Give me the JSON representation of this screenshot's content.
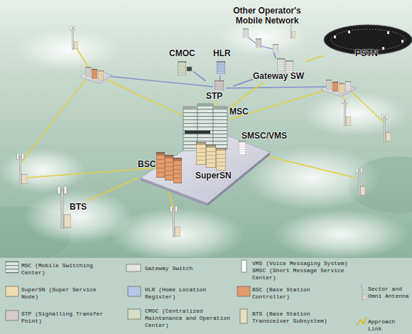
{
  "diagram": {
    "nodes": [
      {
        "text": [
          "Other Operator's Mobile Network"
        ]
      },
      {
        "text": [
          "PSTN"
        ]
      },
      {
        "text": [
          "CMOC"
        ]
      },
      {
        "text": [
          "HLR"
        ]
      },
      {
        "text": [
          "Gateway SW"
        ]
      },
      {
        "text": [
          "STP"
        ]
      },
      {
        "text": [
          "MSC"
        ]
      },
      {
        "text": [
          "SMSC/VMS"
        ]
      },
      {
        "text": [
          "BSC"
        ]
      },
      {
        "text": [
          "SuperSN"
        ]
      },
      {
        "text": [
          "BTS"
        ]
      }
    ],
    "edges": [
      {
        "from": 5,
        "to": 2,
        "arrow": "none"
      },
      {
        "from": 5,
        "to": 3,
        "arrow": "none"
      },
      {
        "from": 5,
        "to": 4,
        "arrow": "none"
      },
      {
        "from": 5,
        "to": 6,
        "arrow": "none"
      },
      {
        "from": 4,
        "to": 1,
        "arrow": "none"
      },
      {
        "from": 4,
        "to": 0,
        "arrow": "none"
      },
      {
        "from": 6,
        "to": 4,
        "arrow": "none"
      },
      {
        "from": 8,
        "to": 10,
        "arrow": "none"
      }
    ],
    "legend": [
      {
        "text": "MSC (Mobile Switching Center)"
      },
      {
        "text": "Gateway Switch"
      },
      {
        "text": "VMS (Voice Messaging System) SMSC (Short Message Service Center)"
      },
      {
        "text": "SuperSN (Super Service Node)"
      },
      {
        "text": "HLR (Home Location Register)"
      },
      {
        "text": "BSC (Base Station Controller)"
      },
      {
        "text": "Sector and Omni Antenna"
      },
      {
        "text": "STP (Signalling Transfer Point)"
      },
      {
        "text": "CMOC (Centralized Maintenance and Operation Center)"
      },
      {
        "text": "BTS (Base Station Transceiver Subsystem)"
      },
      {
        "text": "Approach Link"
      }
    ]
  }
}
